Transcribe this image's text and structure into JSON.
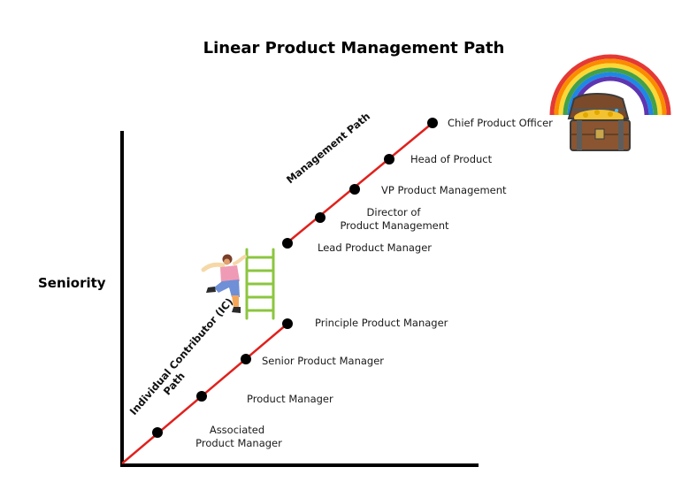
{
  "title": "Linear Product Management Path",
  "y_axis_label": "Seniority",
  "paths": {
    "management": {
      "label": "Management Path",
      "line_color": "#e0211d",
      "roles": [
        {
          "label_lines": [
            "Lead Product Manager"
          ]
        },
        {
          "label_lines": [
            "Director of",
            "Product Management"
          ]
        },
        {
          "label_lines": [
            "VP Product Management"
          ]
        },
        {
          "label_lines": [
            "Head of Product"
          ]
        },
        {
          "label_lines": [
            "Chief Product Officer"
          ]
        }
      ]
    },
    "ic": {
      "label_lines": [
        "Individual Contributor (IC)",
        "Path"
      ],
      "line_color": "#e0211d",
      "roles": [
        {
          "label_lines": [
            "Associated",
            "Product Manager"
          ]
        },
        {
          "label_lines": [
            "Product Manager"
          ]
        },
        {
          "label_lines": [
            "Senior Product Manager"
          ]
        },
        {
          "label_lines": [
            "Principle Product Manager"
          ]
        }
      ]
    }
  },
  "illustrations": {
    "climber": "person-climbing-icon",
    "ladder": "ladder-icon",
    "treasure": "treasure-chest-icon",
    "rainbow": "rainbow-icon",
    "ladder_color": "#8cc63f",
    "rainbow_colors": [
      "#e53935",
      "#fb8c00",
      "#fdd835",
      "#43a047",
      "#1e88e5",
      "#5e35b1"
    ]
  }
}
